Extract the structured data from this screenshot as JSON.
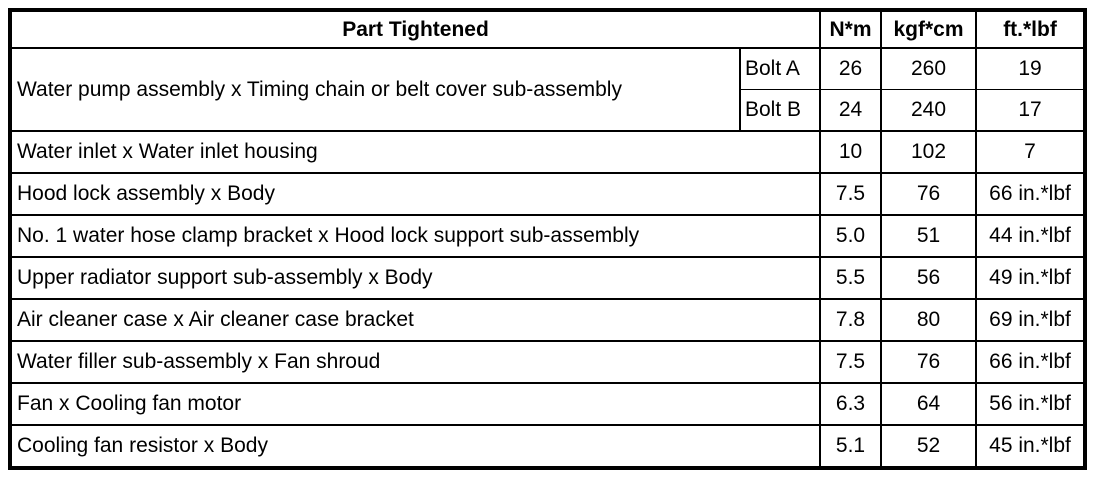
{
  "table": {
    "title_header": "Part Tightened",
    "unit_headers": {
      "nm": "N*m",
      "kgf_cm": "kgf*cm",
      "ft_lbf": "ft.*lbf"
    },
    "grouped_row": {
      "part": "Water pump assembly x Timing chain or belt cover sub-assembly",
      "sub_rows": [
        {
          "bolt": "Bolt A",
          "nm": "26",
          "kgf_cm": "260",
          "ft_lbf": "19"
        },
        {
          "bolt": "Bolt B",
          "nm": "24",
          "kgf_cm": "240",
          "ft_lbf": "17"
        }
      ]
    },
    "rows": [
      {
        "part": "Water inlet x Water inlet housing",
        "nm": "10",
        "kgf_cm": "102",
        "ft_lbf": "7"
      },
      {
        "part": "Hood lock assembly x Body",
        "nm": "7.5",
        "kgf_cm": "76",
        "ft_lbf": "66 in.*lbf"
      },
      {
        "part": "No. 1 water hose clamp bracket x Hood lock support sub-assembly",
        "nm": "5.0",
        "kgf_cm": "51",
        "ft_lbf": "44 in.*lbf"
      },
      {
        "part": "Upper radiator support sub-assembly x Body",
        "nm": "5.5",
        "kgf_cm": "56",
        "ft_lbf": "49 in.*lbf"
      },
      {
        "part": "Air cleaner case x Air cleaner case bracket",
        "nm": "7.8",
        "kgf_cm": "80",
        "ft_lbf": "69 in.*lbf"
      },
      {
        "part": "Water filler sub-assembly x Fan shroud",
        "nm": "7.5",
        "kgf_cm": "76",
        "ft_lbf": "66 in.*lbf"
      },
      {
        "part": "Fan x Cooling fan motor",
        "nm": "6.3",
        "kgf_cm": "64",
        "ft_lbf": "56 in.*lbf"
      },
      {
        "part": "Cooling fan resistor x Body",
        "nm": "5.1",
        "kgf_cm": "52",
        "ft_lbf": "45 in.*lbf"
      }
    ],
    "colors": {
      "border": "#000000",
      "text": "#000000",
      "background": "#ffffff"
    }
  }
}
